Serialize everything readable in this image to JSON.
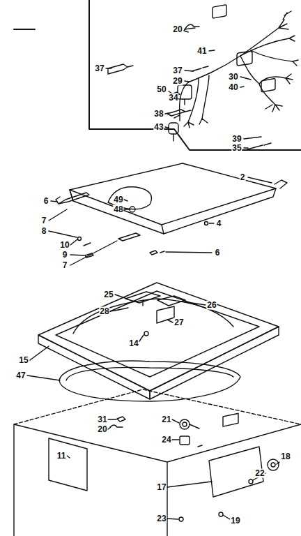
{
  "diagram": {
    "labels": [
      "20",
      "37",
      "37",
      "41",
      "29",
      "34",
      "50",
      "30",
      "40",
      "38",
      "43",
      "39",
      "35",
      "2",
      "6",
      "49",
      "48",
      "7",
      "8",
      "4",
      "10",
      "9",
      "7",
      "6",
      "25",
      "26",
      "28",
      "27",
      "14",
      "15",
      "47",
      "31",
      "20",
      "11",
      "21",
      "24",
      "18",
      "22",
      "17",
      "19",
      "23"
    ]
  }
}
